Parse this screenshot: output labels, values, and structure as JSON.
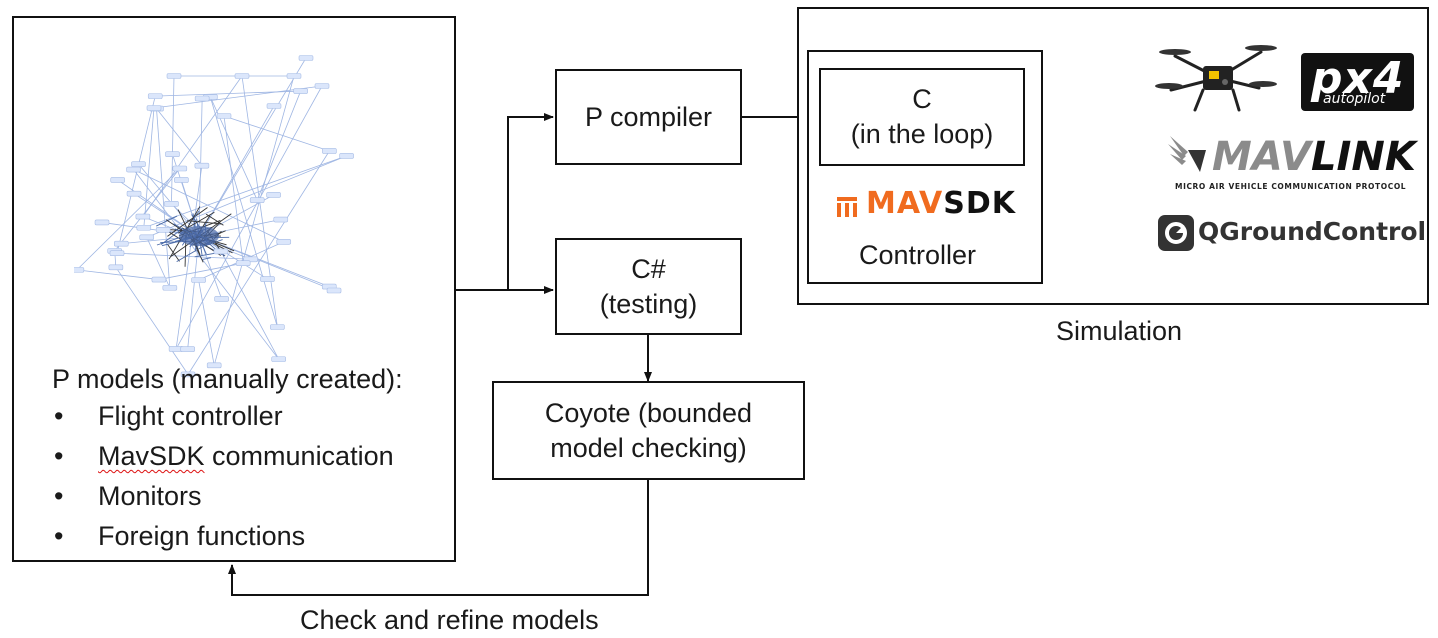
{
  "colors": {
    "line": "#111111",
    "graph_node": "#dbe6fb",
    "graph_edge": "#9fb6e3",
    "graph_dense": "#4a6aa8",
    "mavsdk_accent": "#f06b1f",
    "mavlink_grey": "#8b8b8b",
    "underline_red": "#dd1111"
  },
  "p_models": {
    "heading": "P models (manually created):",
    "bullet_glyph": "•",
    "items": [
      {
        "label": "Flight controller"
      },
      {
        "label_underlined": "MavSDK",
        "label_rest": " communication"
      },
      {
        "label": "Monitors"
      },
      {
        "label": "Foreign functions"
      }
    ]
  },
  "p_compiler": {
    "label": "P compiler"
  },
  "csharp": {
    "line1": "C#",
    "line2": "(testing)"
  },
  "coyote": {
    "line1": "Coyote (bounded",
    "line2": "model checking)"
  },
  "controller": {
    "c_line1": "C",
    "c_line2": "(in the loop)",
    "mavsdk_logo": {
      "mav": "MAV",
      "sdk": "SDK"
    },
    "label": "Controller"
  },
  "simulation": {
    "label": "Simulation",
    "px4_logo": {
      "big": "px4",
      "small": "autopilot"
    },
    "mavlink_logo": {
      "mav": "MAV",
      "link": "LINK",
      "tagline": "MICRO AIR VEHICLE COMMUNICATION PROTOCOL"
    },
    "qgc_logo": {
      "text": "QGroundControl"
    },
    "icons": [
      "drone-icon",
      "mavlink-wing-icon",
      "qgc-icon",
      "mavsdk-bars-icon"
    ]
  },
  "feedback": {
    "label": "Check and refine models"
  }
}
